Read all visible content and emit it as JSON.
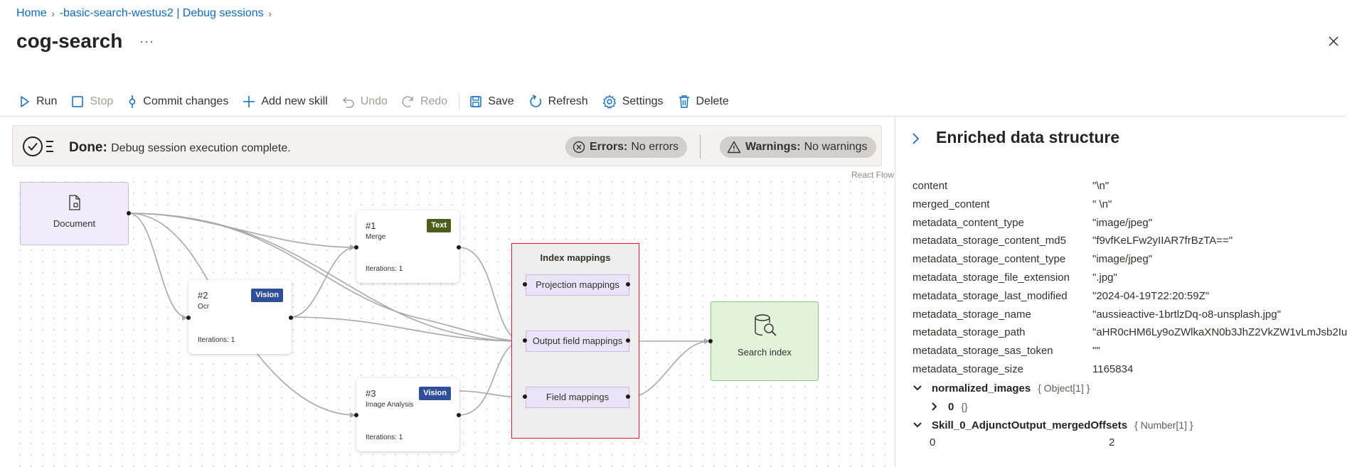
{
  "breadcrumb": {
    "items": [
      "Home",
      "-basic-search-westus2 | Debug sessions"
    ]
  },
  "page": {
    "title": "cog-search",
    "more": "···"
  },
  "toolbar": {
    "run": "Run",
    "stop": "Stop",
    "commit": "Commit changes",
    "add_skill": "Add new skill",
    "undo": "Undo",
    "redo": "Redo",
    "save": "Save",
    "refresh": "Refresh",
    "settings": "Settings",
    "delete": "Delete"
  },
  "status": {
    "done_label": "Done:",
    "done_message": "Debug session execution complete.",
    "errors_label": "Errors:",
    "errors_value": "No errors",
    "warnings_label": "Warnings:",
    "warnings_value": "No warnings"
  },
  "canvas": {
    "attribution": "React Flow",
    "document_node": "Document",
    "skills": [
      {
        "number": "#1",
        "name": "Merge",
        "badge": "Text",
        "iterations": "Iterations: 1"
      },
      {
        "number": "#2",
        "name": "Ocr",
        "badge": "Vision",
        "iterations": "Iterations: 1"
      },
      {
        "number": "#3",
        "name": "Image Analysis",
        "badge": "Vision",
        "iterations": "Iterations: 1"
      }
    ],
    "index_mappings": {
      "title": "Index mappings",
      "projection": "Projection mappings",
      "output_field": "Output field mappings",
      "field": "Field mappings"
    },
    "search_index": "Search index"
  },
  "panel": {
    "title": "Enriched data structure",
    "properties": [
      {
        "key": "content",
        "value": "\"\\n\""
      },
      {
        "key": "merged_content",
        "value": "\" \\n\""
      },
      {
        "key": "metadata_content_type",
        "value": "\"image/jpeg\""
      },
      {
        "key": "metadata_storage_content_md5",
        "value": "\"f9vfKeLFw2yIIAR7frBzTA==\""
      },
      {
        "key": "metadata_storage_content_type",
        "value": "\"image/jpeg\""
      },
      {
        "key": "metadata_storage_file_extension",
        "value": "\".jpg\""
      },
      {
        "key": "metadata_storage_last_modified",
        "value": "\"2024-04-19T22:20:59Z\""
      },
      {
        "key": "metadata_storage_name",
        "value": "\"aussieactive-1brtlzDq-o8-unsplash.jpg\""
      },
      {
        "key": "metadata_storage_path",
        "value": "\"aHR0cHM6Ly9oZWlkaXN0b3JhZ2VkZW1vLmJsb2Iu"
      },
      {
        "key": "metadata_storage_sas_token",
        "value": "\"\""
      },
      {
        "key": "metadata_storage_size",
        "value": "1165834"
      }
    ],
    "normalized_images": {
      "label": "normalized_images",
      "type": "{ Object[1] }",
      "child_index": "0",
      "child_type": "{}"
    },
    "merged_offsets": {
      "label": "Skill_0_AdjunctOutput_mergedOffsets",
      "type": "{ Number[1] }",
      "index": "0",
      "value": "2"
    }
  }
}
